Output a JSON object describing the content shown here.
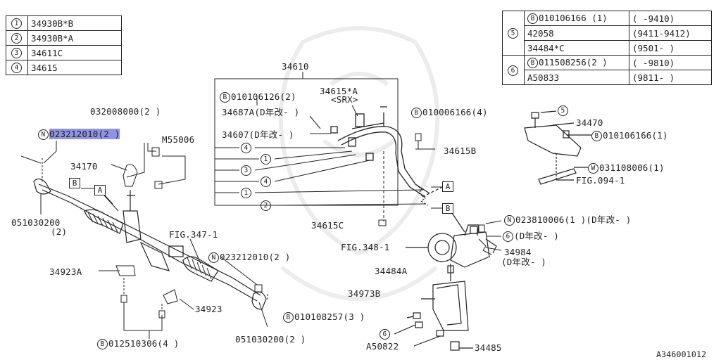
{
  "legend_left": [
    {
      "key": "1",
      "part": "34930B*B"
    },
    {
      "key": "2",
      "part": "34930B*A"
    },
    {
      "key": "3",
      "part": "34611C"
    },
    {
      "key": "4",
      "part": "34615"
    }
  ],
  "legend_right": [
    {
      "group": "5",
      "rows": [
        {
          "prefix": "B",
          "part": "010106166 (1)",
          "range": "(       -9410)"
        },
        {
          "prefix": "",
          "part": "42058",
          "range": "(9411-9412)"
        },
        {
          "prefix": "",
          "part": "34484*C",
          "range": "(9501-      )"
        }
      ]
    },
    {
      "group": "6",
      "rows": [
        {
          "prefix": "B",
          "part": "011508256(2 )",
          "range": "(      -9810)"
        },
        {
          "prefix": "",
          "part": "A50833",
          "range": "(9811-      )"
        }
      ]
    }
  ],
  "labels": {
    "p032008000": "032008000(2  )",
    "p023212010_hl": "023212010(2  )",
    "pM55006": "M55006",
    "p34170": "34170",
    "p051030200_l": "051030200",
    "p051030200_l_qty": "(2)",
    "p34610": "34610",
    "p010106126": "010106126(2)",
    "p34615A": "34615*A",
    "pSRX": "<SRX>",
    "p34687A": "34687A(D年改- )",
    "p34607": "34607(D年改- )",
    "p010006166": "010006166(4)",
    "p34615B": "34615B",
    "p34470": "34470",
    "p010106166": "010106166(1)",
    "p031108006": "031108006(1)",
    "pFIG094": "FIG.094-1",
    "p34615C": "34615C",
    "pFIG347": "FIG.347-1",
    "p023212010_b": "023212010(2  )",
    "p023810006": "023810006(1  )(D年改- )",
    "p6D": "(D年改- )",
    "pFIG348": "FIG.348-1",
    "p34984": "34984",
    "p34984D": "(D年改- )",
    "p34923A": "34923A",
    "p34923": "34923",
    "p34484A": "34484A",
    "p34973B": "34973B",
    "p010108257": "010108257(3  )",
    "p012510306": "012510306(4  )",
    "p051030200_b": "051030200(2  )",
    "pA50822": "A50822",
    "p34485": "34485",
    "pRef": "A346001012"
  },
  "markers": {
    "B": "B",
    "N": "N",
    "W": "W",
    "A": "A",
    "c1": "1",
    "c2": "2",
    "c3": "3",
    "c4": "4",
    "c5": "5",
    "c6": "6"
  }
}
